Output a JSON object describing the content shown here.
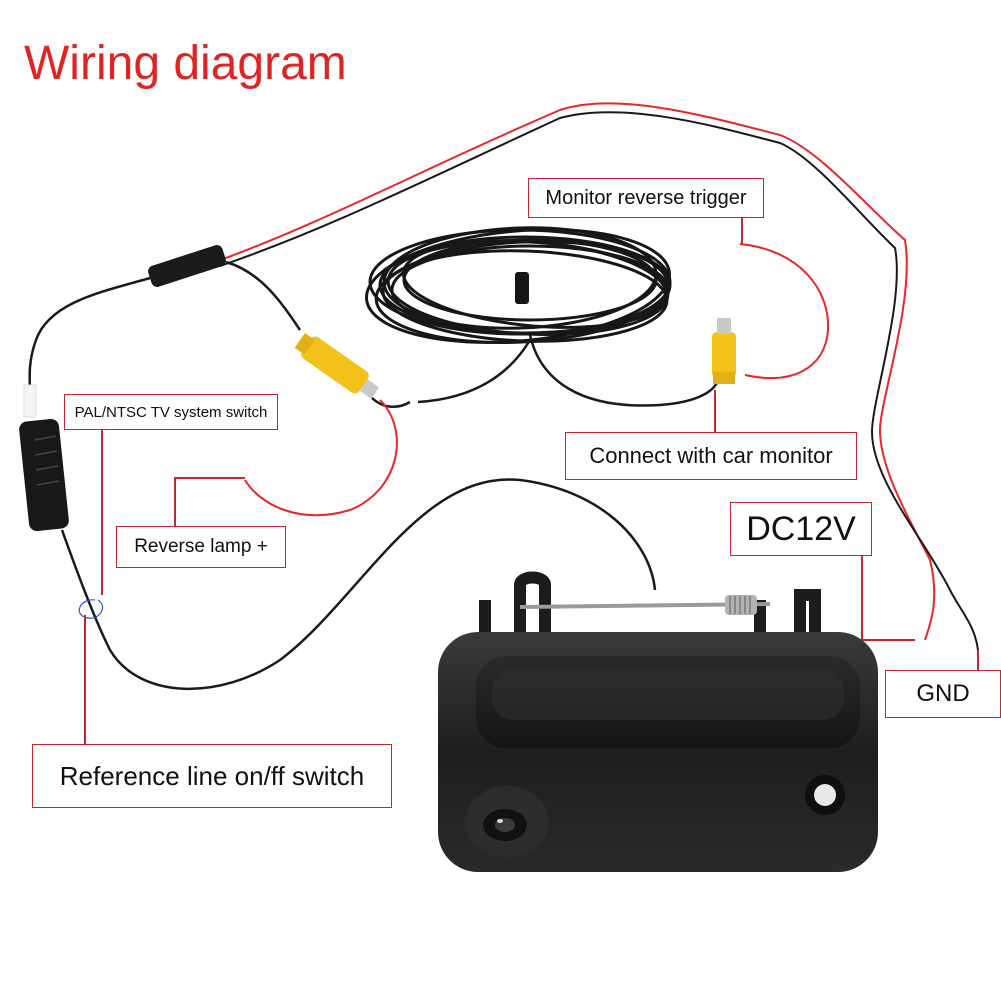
{
  "diagram": {
    "title": "Wiring diagram",
    "labels": {
      "monitor_trigger": "Monitor reverse trigger",
      "tv_system_switch": "PAL/NTSC TV system switch",
      "car_monitor": "Connect with car monitor",
      "reverse_lamp": "Reverse lamp +",
      "dc12v": "DC12V",
      "gnd": "GND",
      "reference_line": "Reference line on/ff switch"
    }
  },
  "colors": {
    "accent_red": "#e02424",
    "wire_red": "#e8262b",
    "wire_black": "#1a1a1a",
    "rca_yellow": "#f2c21b",
    "handle_body": "#232323"
  }
}
